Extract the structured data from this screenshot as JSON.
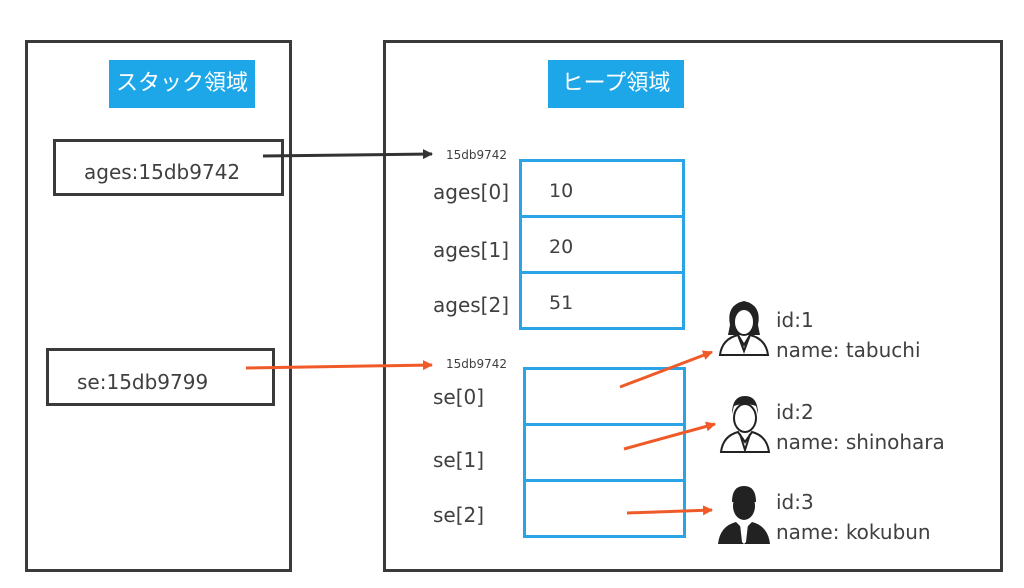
{
  "stack": {
    "title": "スタック領域",
    "refs": [
      {
        "label": "ages:15db9742"
      },
      {
        "label": "se:15db9799"
      }
    ]
  },
  "heap": {
    "title": "ヒープ領域",
    "ages_block": {
      "address": "15db9742",
      "cells": [
        {
          "index": "ages[0]",
          "value": "10"
        },
        {
          "index": "ages[1]",
          "value": "20"
        },
        {
          "index": "ages[2]",
          "value": "51"
        }
      ]
    },
    "se_block": {
      "address": "15db9742",
      "cells": [
        {
          "index": "se[0]"
        },
        {
          "index": "se[1]"
        },
        {
          "index": "se[2]"
        }
      ]
    },
    "people": [
      {
        "id": "id:1",
        "name": "name: tabuchi",
        "icon": "woman-avatar-icon"
      },
      {
        "id": "id:2",
        "name": "name: shinohara",
        "icon": "man-avatar-icon"
      },
      {
        "id": "id:3",
        "name": "name: kokubun",
        "icon": "businessman-avatar-icon"
      }
    ]
  },
  "colors": {
    "accent": "#1ea7e8",
    "cell_border": "#2aa4e6",
    "frame": "#3a3a3a",
    "arrow_dark": "#333333",
    "arrow_orange": "#f05a28"
  }
}
